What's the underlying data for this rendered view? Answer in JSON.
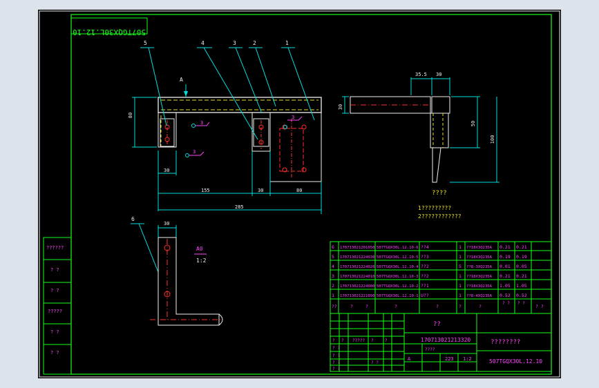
{
  "drawing": {
    "code_mirrored": "507TGQX30L.12.10",
    "balloons": [
      "5",
      "4",
      "3",
      "2",
      "1",
      "6"
    ],
    "view_marker": "A",
    "weld_symbols": [
      "3",
      "3",
      "3"
    ],
    "main_dims": {
      "height": "80",
      "w30": "30",
      "w155": "155",
      "w30b": "30",
      "w80": "80",
      "total": "285"
    },
    "side_dims": {
      "top1": "35.5",
      "top2": "30",
      "h1": "30",
      "h2": "50",
      "h3": "100"
    },
    "detail_dims": {
      "w30": "30"
    },
    "detail_label": "A0",
    "detail_scale": "1:2",
    "notes": {
      "title": "????",
      "line1": "1?????????",
      "line2": "2????????????"
    }
  },
  "bom": {
    "rows": [
      {
        "no": "6",
        "code": "170713021201050",
        "part": "507TGQX30L.12.10-6",
        "name": "??4",
        "qty": "1",
        "mat": "??18X3Q235A",
        "w1": "0.21",
        "w2": "0.21"
      },
      {
        "no": "5",
        "code": "170713021224030",
        "part": "507TGQX30L.12.10-5",
        "name": "??3",
        "qty": "1",
        "mat": "??18X3Q235A",
        "w1": "0.19",
        "w2": "0.19"
      },
      {
        "no": "4",
        "code": "170713021224020",
        "part": "507TGQX30L.12.10-4",
        "name": "??2",
        "qty": "5",
        "mat": "??8-3XQ235A",
        "w1": "0.01",
        "w2": "0.05"
      },
      {
        "no": "3",
        "code": "170713021224010",
        "part": "507TGQX30L.12.10-3",
        "name": "??2",
        "qty": "1",
        "mat": "??18X3Q235A",
        "w1": "0.21",
        "w2": "0.21"
      },
      {
        "no": "2",
        "code": "170713021224000",
        "part": "507TGQX30L.12.10-2",
        "name": "??1",
        "qty": "1",
        "mat": "??18X3Q235A",
        "w1": "1.05",
        "w2": "1.05"
      },
      {
        "no": "1",
        "code": "170713021221090",
        "part": "507TGQX30L.12.10-1",
        "name": "U??",
        "qty": "1",
        "mat": "??8-4XQ235A",
        "w1": "0.52",
        "w2": "0.52"
      }
    ],
    "header": [
      "??",
      "?",
      "?",
      "?",
      "?",
      "?",
      "?",
      "? ?",
      "? ?",
      "? ?"
    ]
  },
  "title_block": {
    "name": "??",
    "code": "170713021213320",
    "company": "????????",
    "drawing_no": "507TGQX30L.12.10",
    "stage": "A",
    "weight": "223",
    "scale": "1:2",
    "small": [
      "?",
      "?",
      "?????",
      "?",
      "?",
      "????",
      "? ?",
      "? ?",
      "? ?",
      "? ?",
      "? ?"
    ]
  },
  "side_table": [
    "??????",
    "? ?",
    "? ?",
    "?????",
    "? ?",
    "? ?"
  ]
}
